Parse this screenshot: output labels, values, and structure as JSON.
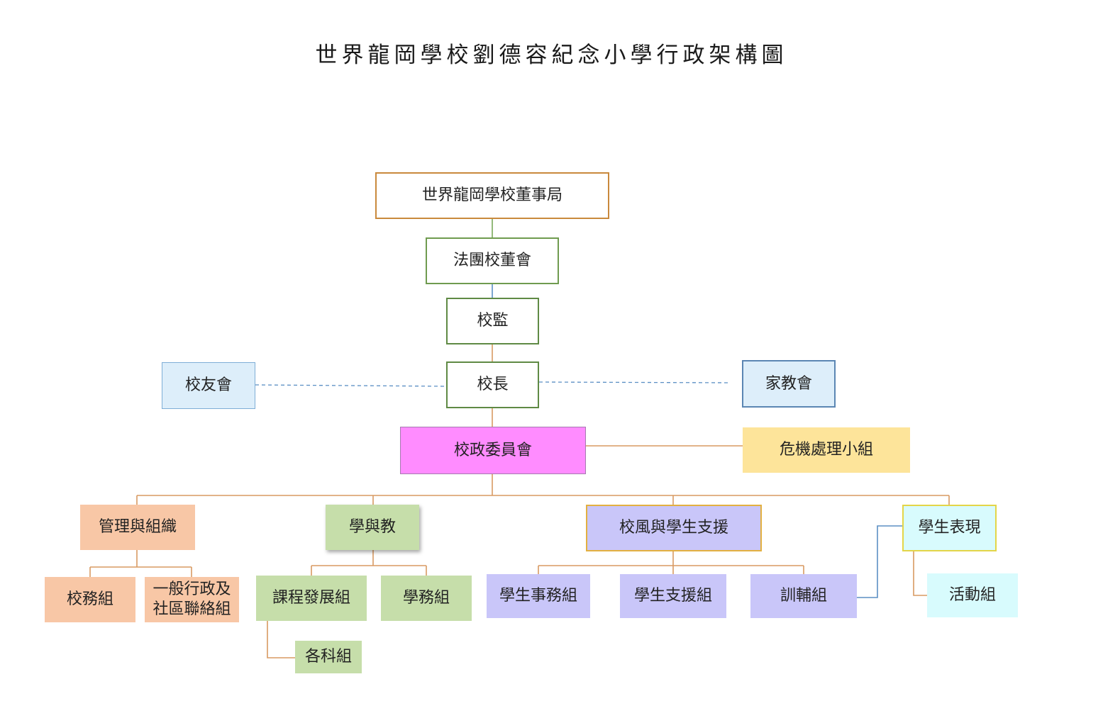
{
  "title": "世界龍岡學校劉德容紀念小學行政架構圖",
  "nodes": {
    "board": "世界龍岡學校董事局",
    "council": "法團校董會",
    "supervisor": "校監",
    "principal": "校長",
    "alumni": "校友會",
    "pta": "家教會",
    "committee": "校政委員會",
    "crisis": "危機處理小組",
    "management": "管理與組織",
    "learning": "學與教",
    "ethos": "校風與學生支援",
    "performance": "學生表現",
    "school_affairs": "校務組",
    "general_admin_line1": "一般行政及",
    "general_admin_line2": "社區聯絡組",
    "curriculum": "課程發展組",
    "academic": "學務組",
    "subjects": "各科組",
    "student_affairs": "學生事務組",
    "student_support": "學生支援組",
    "guidance": "訓輔組",
    "activities": "活動組"
  },
  "colors": {
    "connector_orange": "#d89a62",
    "connector_blue": "#5b8fc4",
    "committee_fill": "#ff8cff",
    "crisis_fill": "#fde49a",
    "management_fill": "#f8c7a6",
    "learning_fill": "#c6deaa",
    "ethos_fill": "#c9c6f9",
    "performance_fill": "#d8fbfd",
    "liaison_fill": "#ddeefa"
  }
}
